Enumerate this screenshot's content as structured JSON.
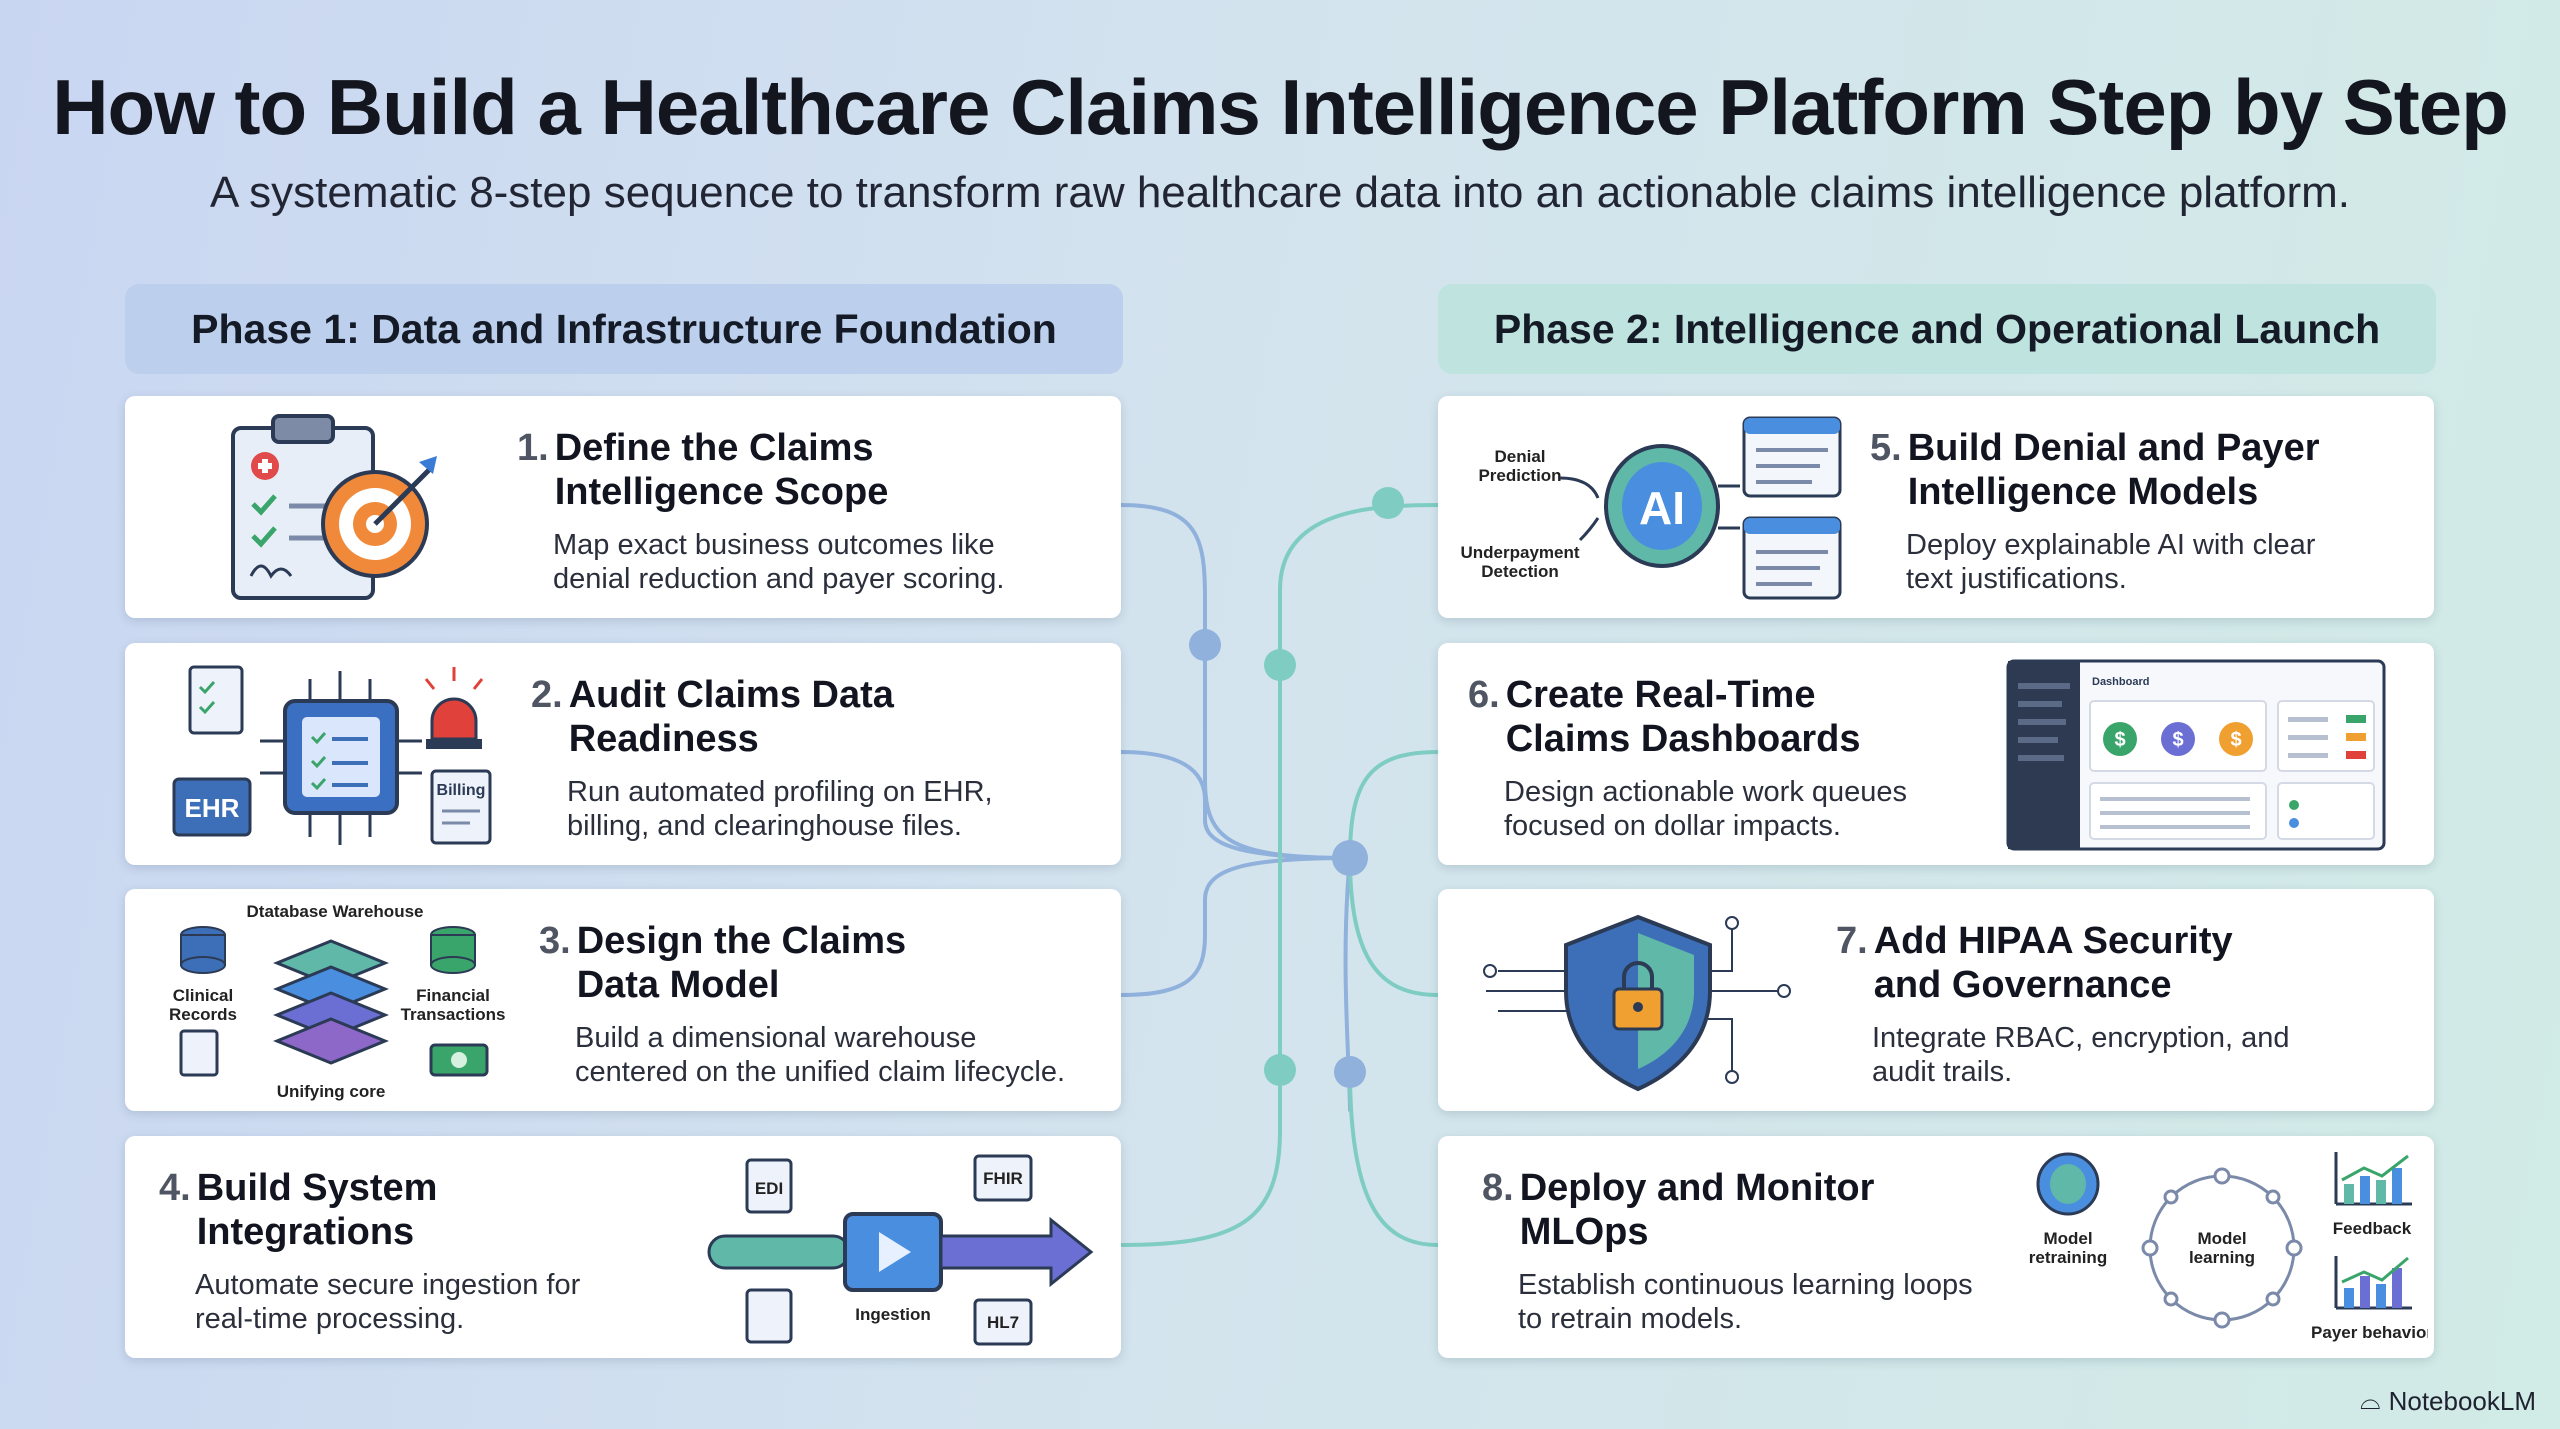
{
  "title": "How to Build a Healthcare Claims Intelligence Platform Step by Step",
  "subtitle": "A systematic 8-step sequence to transform raw healthcare data into an actionable claims intelligence platform.",
  "phases": [
    "Phase 1: Data and Infrastructure Foundation",
    "Phase 2: Intelligence and Operational Launch"
  ],
  "steps": [
    {
      "num": "1.",
      "title": "Define the Claims\nIntelligence Scope",
      "desc": "Map exact business outcomes like\ndenial reduction and payer scoring."
    },
    {
      "num": "2.",
      "title": "Audit Claims Data\nReadiness",
      "desc": "Run automated profiling on EHR,\nbilling, and clearinghouse files."
    },
    {
      "num": "3.",
      "title": "Design the Claims\nData Model",
      "desc": "Build a dimensional warehouse\ncentered on the unified claim lifecycle."
    },
    {
      "num": "4.",
      "title": "Build System\nIntegrations",
      "desc": "Automate secure ingestion for\nreal-time processing."
    },
    {
      "num": "5.",
      "title": "Build Denial and Payer\nIntelligence Models",
      "desc": "Deploy explainable AI with clear\ntext justifications."
    },
    {
      "num": "6.",
      "title": "Create Real-Time\nClaims Dashboards",
      "desc": "Design actionable work queues\nfocused on dollar impacts."
    },
    {
      "num": "7.",
      "title": "Add HIPAA Security\nand Governance",
      "desc": "Integrate RBAC, encryption, and\naudit trails."
    },
    {
      "num": "8.",
      "title": "Deploy and Monitor\nMLOps",
      "desc": "Establish continuous learning loops\nto retrain models."
    }
  ],
  "illustrations": {
    "step2": {
      "ehr": "EHR",
      "billing": "Billing"
    },
    "step3": {
      "warehouse": "Dtatabase Warehouse",
      "clinical": "Clinical\nRecords",
      "financial": "Financial\nTransactions",
      "core": "Unifying core"
    },
    "step4": {
      "edi": "EDI",
      "fhir": "FHIR",
      "hl7": "HL7",
      "ingestion": "Ingestion"
    },
    "step5": {
      "ai": "AI",
      "denial": "Denial\nPrediction",
      "underpayment": "Underpayment\nDetection"
    },
    "step6": {
      "dashboard": "Dashboard"
    },
    "step8": {
      "retraining": "Model\nretraining",
      "learning": "Model\nlearning",
      "feedback": "Feedback",
      "payer": "Payer behavior"
    }
  },
  "footer": "NotebookLM",
  "colors": {
    "phase1": "#bcd0ee",
    "phase2": "#bfe3de",
    "connector_left": "#8fb1dc",
    "connector_right": "#7fcdc2"
  }
}
